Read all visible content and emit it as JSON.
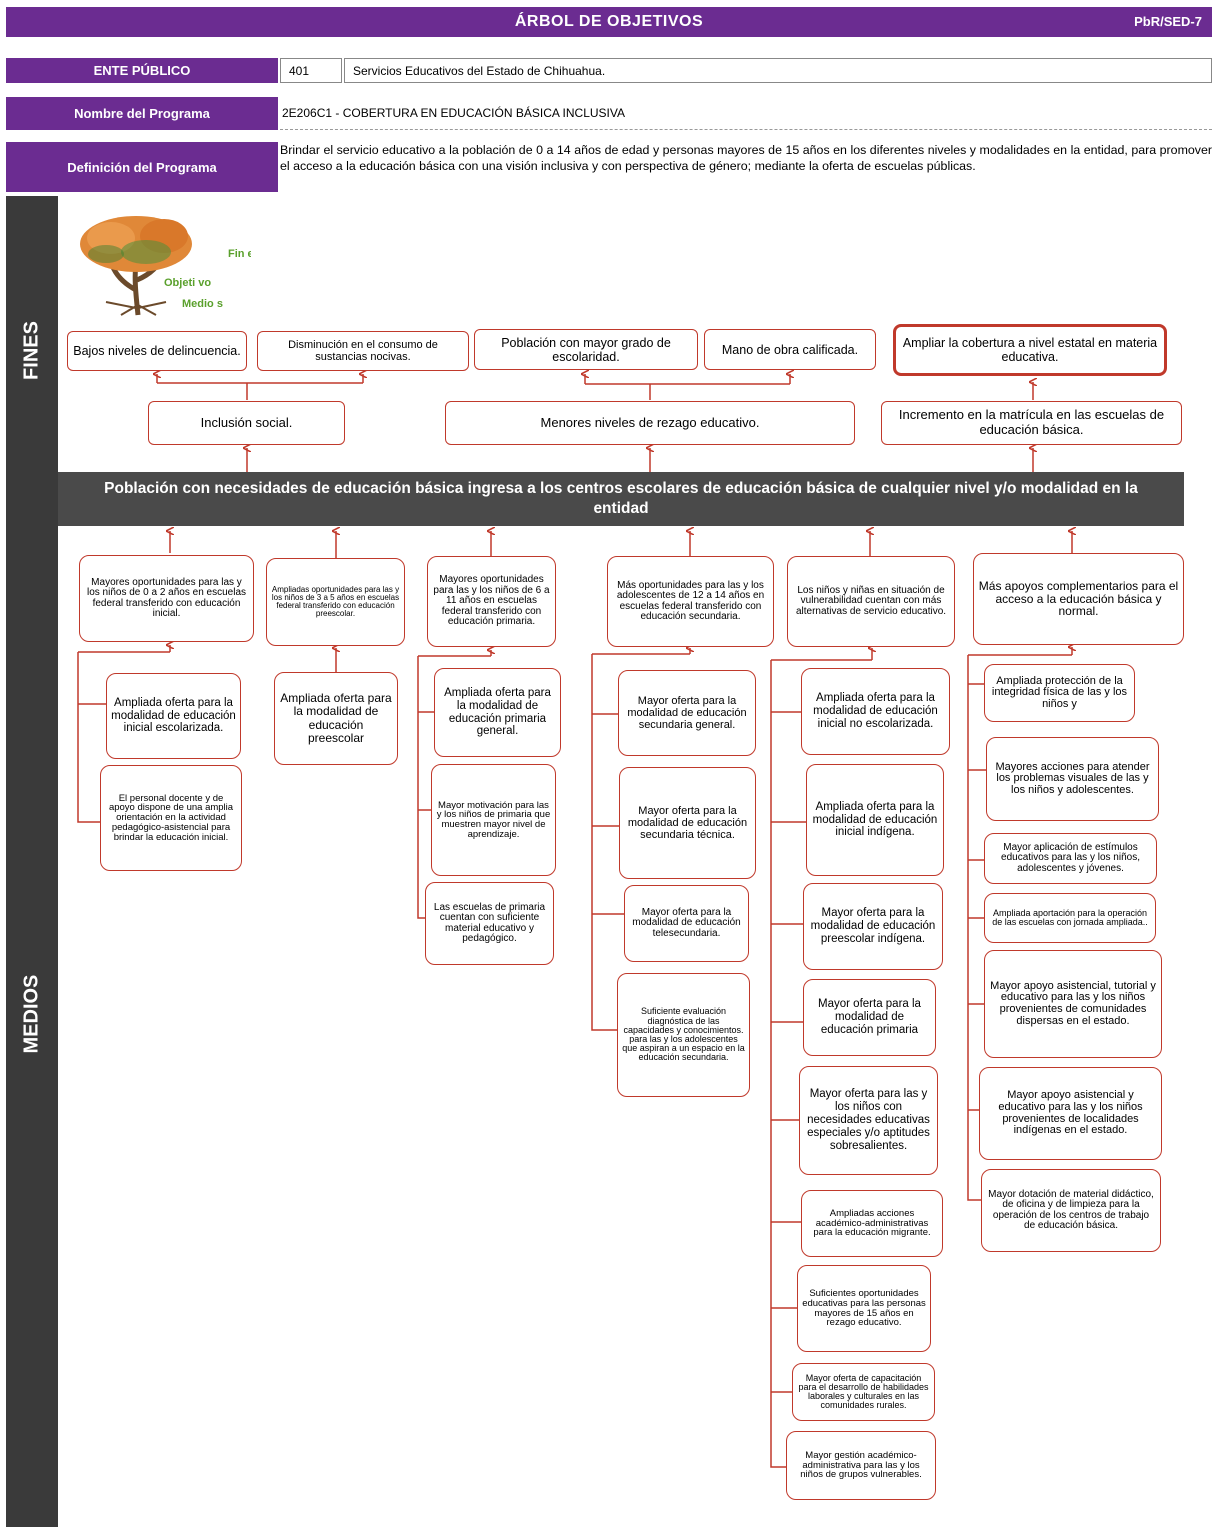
{
  "header": {
    "title": "ÁRBOL DE OBJETIVOS",
    "code": "PbR/SED-7",
    "ente_label": "ENTE PÚBLICO",
    "ente_num": "401",
    "ente_name": "Servicios Educativos del Estado de Chihuahua.",
    "programa_label": "Nombre del Programa",
    "programa_value": "2E206C1 - COBERTURA EN EDUCACIÓN BÁSICA INCLUSIVA",
    "definicion_label": "Definición del Programa",
    "definicion_value": "Brindar el servicio educativo a la población de 0 a 14 años de edad y personas mayores de 15 años en los diferentes niveles y modalidades en la entidad, para promover el acceso a la educación básica con una visión inclusiva y con perspectiva de género; mediante la oferta de escuelas públicas."
  },
  "sections": {
    "fines": "FINES",
    "medios": "MEDIOS"
  },
  "legend": {
    "fines": "Fin es",
    "objetivo": "Objeti vo",
    "medios": "Medio s"
  },
  "colors": {
    "header": "#6b2c91",
    "central": "#4a4a4a",
    "border": "#c0392b",
    "sidebar": "#3a3a3a"
  },
  "fines": {
    "top": [
      "Bajos niveles de delincuencia.",
      "Disminución en el consumo de sustancias nocivas.",
      "Población con mayor grado de escolaridad.",
      "Mano de obra calificada.",
      "Ampliar la cobertura a nivel estatal en materia educativa."
    ],
    "mid": [
      "Inclusión social.",
      "Menores niveles de rezago educativo.",
      "Incremento en la matrícula en las escuelas de educación básica."
    ]
  },
  "central": "Población con necesidades de educación básica ingresa a los centros escolares de educación básica de cualquier nivel y/o modalidad en la entidad",
  "medios": {
    "components": [
      "Mayores oportunidades para las y los niños de 0 a 2 años en escuelas federal transferido con educación inicial.",
      "Ampliadas oportunidades para las y los niños de 3 a 5 años en escuelas federal transferido con educación preescolar.",
      "Mayores oportunidades para las y los niños de 6 a 11 años en escuelas federal transferido con educación primaria.",
      "Más oportunidades para las y los adolescentes de 12 a 14 años en escuelas federal transferido con educación secundaria.",
      "Los niños y niñas en situación de vulnerabilidad cuentan con más alternativas de servicio educativo.",
      "Más apoyos complementarios para el acceso a la educación básica y normal."
    ],
    "col1": [
      "Ampliada oferta para la modalidad de educación inicial escolarizada.",
      "El personal docente y de apoyo dispone de una amplia orientación en la actividad pedagógico-asistencial para brindar la educación inicial."
    ],
    "col2": [
      "Ampliada oferta para la modalidad de educación preescolar"
    ],
    "col3": [
      "Ampliada oferta para la modalidad de educación primaria general.",
      "Mayor motivación para las y los niños de primaria que muestren mayor nivel de aprendizaje.",
      "Las escuelas de primaria cuentan con suficiente material educativo y pedagógico."
    ],
    "col4": [
      "Mayor oferta para la modalidad de educación secundaria general.",
      "Mayor oferta para la modalidad de educación secundaria técnica.",
      "Mayor oferta para la modalidad de educación telesecundaria.",
      "Suficiente evaluación diagnóstica de las capacidades y conocimientos. para las y los adolescentes que aspiran a un espacio en la educación secundaria."
    ],
    "col5": [
      "Ampliada oferta para la modalidad de educación inicial no escolarizada.",
      "Ampliada oferta para la modalidad de educación inicial indígena.",
      "Mayor oferta para la modalidad de educación preescolar indígena.",
      "Mayor oferta para la modalidad de educación primaria",
      "Mayor oferta para las y los niños con necesidades educativas especiales y/o aptitudes sobresalientes.",
      "Ampliadas acciones académico-administrativas para la educación migrante.",
      "Suficientes oportunidades educativas para las personas mayores de 15 años en rezago educativo.",
      "Mayor oferta de capacitación para el desarrollo de habilidades laborales y culturales en las comunidades rurales.",
      "Mayor gestión académico-administrativa para las y los niños de grupos vulnerables."
    ],
    "col6": [
      "Ampliada protección de la integridad física de las y los niños y",
      "Mayores acciones para atender los problemas visuales de las y los niños y adolescentes.",
      "Mayor aplicación de estímulos educativos para las y los niños, adolescentes y jóvenes.",
      "Ampliada aportación para la operación de las escuelas con jornada ampliada..",
      "Mayor apoyo asistencial, tutorial y educativo para las y los niños provenientes de comunidades dispersas en el estado.",
      "Mayor apoyo asistencial y educativo para las y los niños provenientes de localidades indígenas en el estado.",
      "Mayor dotación de material didáctico, de oficina y de limpieza para la operación de los centros de trabajo de educación básica."
    ]
  }
}
